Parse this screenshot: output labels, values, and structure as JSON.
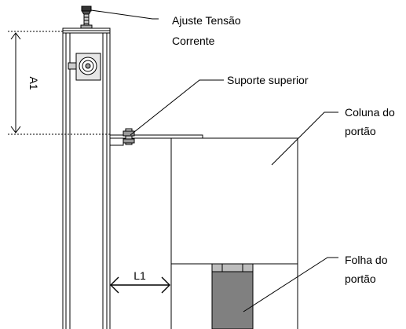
{
  "labels": {
    "tension_line1": "Ajuste Tensão",
    "tension_line2": "Corrente",
    "upper_support": "Suporte superior",
    "column_line1": "Coluna do",
    "column_line2": "portão",
    "leaf_line1": "Folha do",
    "leaf_line2": "portão",
    "dim_a1": "A1",
    "dim_l1": "L1"
  },
  "colors": {
    "stroke": "#000000",
    "leaf_fill": "#808080",
    "hardware_fill": "#d0d0d0",
    "background": "#ffffff"
  }
}
